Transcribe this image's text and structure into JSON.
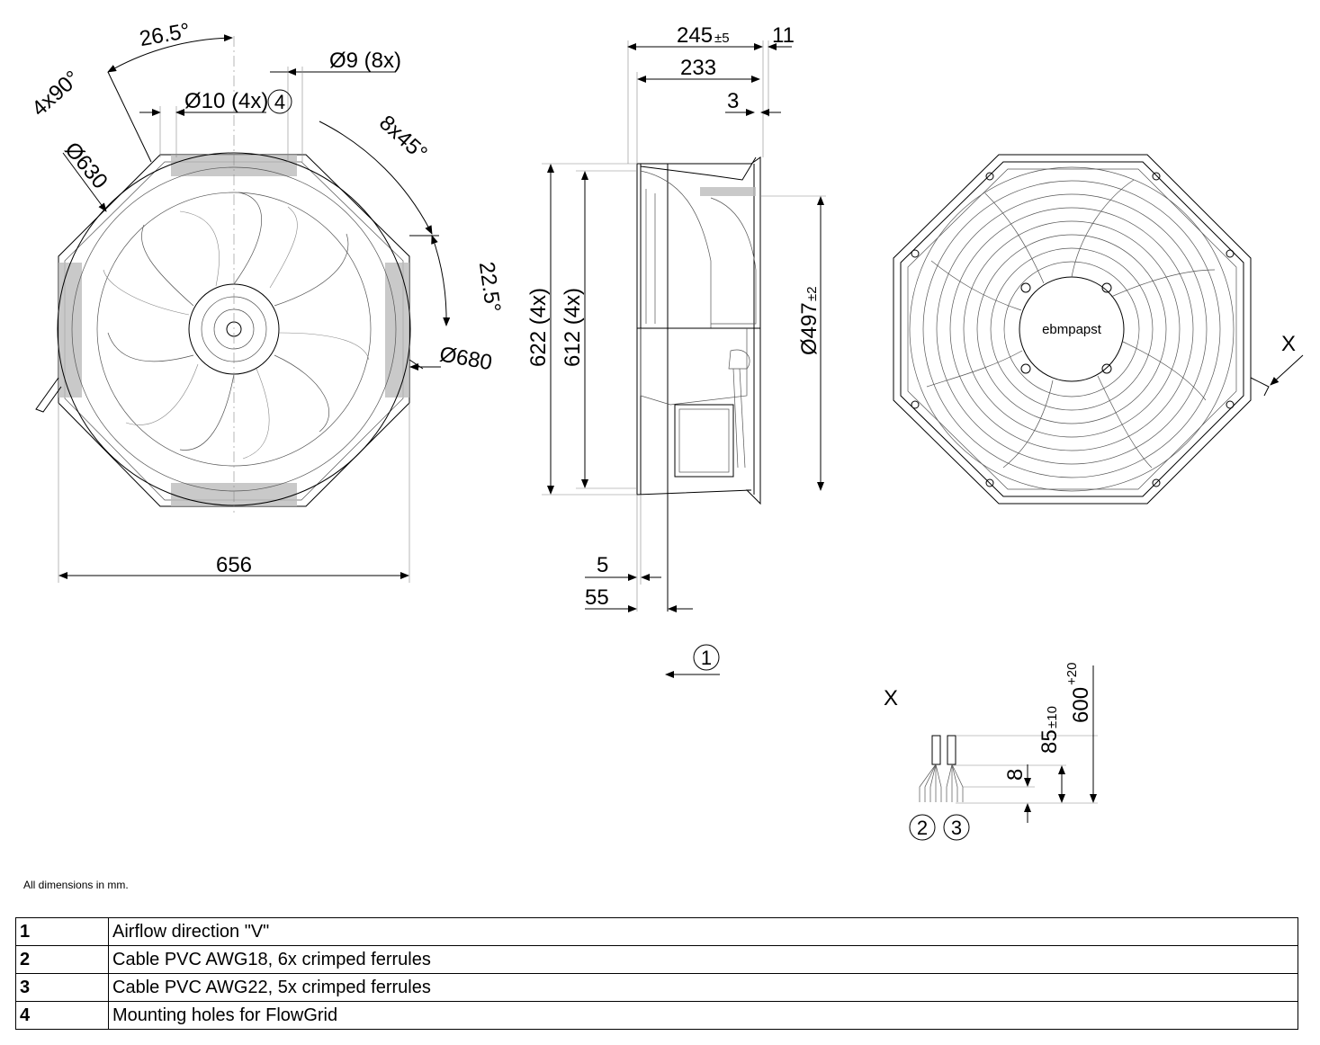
{
  "front_view": {
    "dims": {
      "angle_26_5": "26.5°",
      "angle_4x90": "4x90°",
      "hole_d9": "Ø9 (8x)",
      "hole_d10": "Ø10 (4x)",
      "callout_4": "4",
      "angle_8x45": "8x45°",
      "d630": "Ø630",
      "angle_22_5": "22.5°",
      "d680": "Ø680",
      "width_656": "656"
    }
  },
  "side_view": {
    "dims": {
      "len_245": "245",
      "tol_245": "±5",
      "len_11": "11",
      "len_233": "233",
      "len_3": "3",
      "h_622": "622 (4x)",
      "h_612": "612 (4x)",
      "d497": "Ø497",
      "tol_497": "±2",
      "len_5": "5",
      "len_55": "55"
    },
    "callout_1": "1"
  },
  "rear_view": {
    "logo_text": "ebmpapst",
    "view_label": "X"
  },
  "detail_x": {
    "title": "X",
    "dim_85": "85",
    "tol_85": "±10",
    "dim_600": "600",
    "tol_600": "+20",
    "dim_8": "8",
    "callout_2": "2",
    "callout_3": "3"
  },
  "note": "All dimensions in mm.",
  "legend": [
    {
      "num": "1",
      "text": "Airflow direction \"V\""
    },
    {
      "num": "2",
      "text": "Cable PVC AWG18, 6x crimped ferrules"
    },
    {
      "num": "3",
      "text": "Cable PVC AWG22, 5x crimped ferrules"
    },
    {
      "num": "4",
      "text": "Mounting holes for FlowGrid"
    }
  ]
}
